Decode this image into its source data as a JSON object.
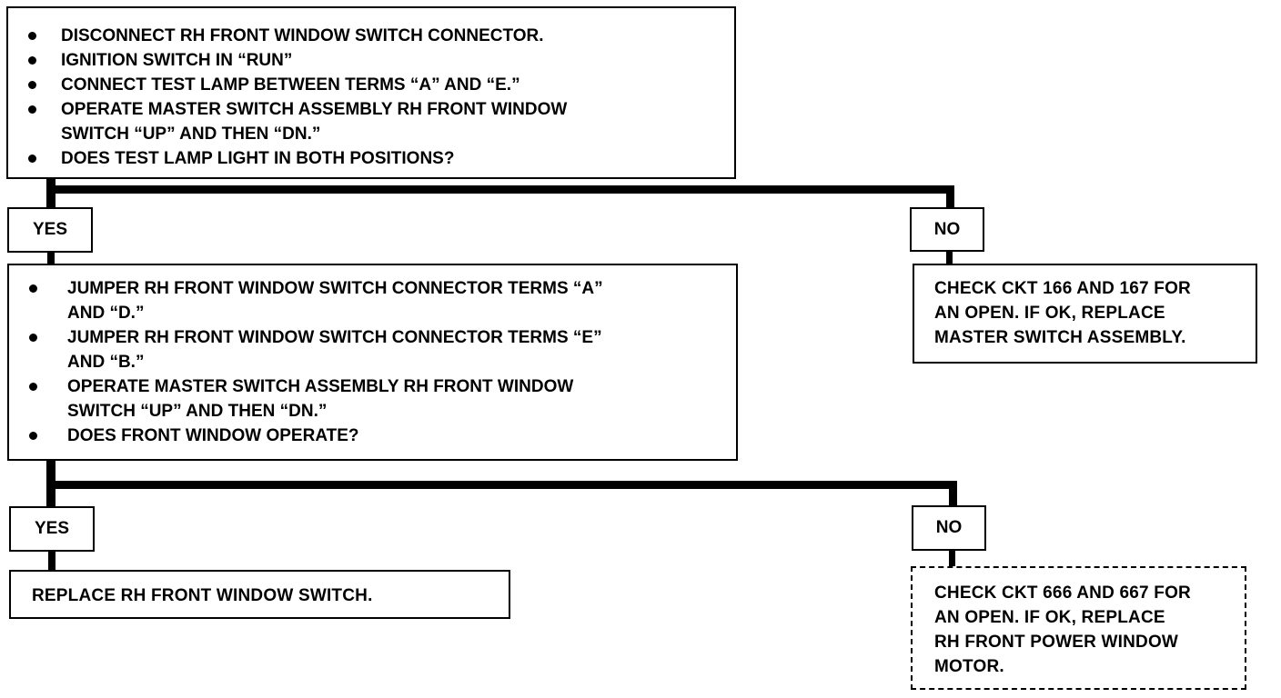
{
  "step1": {
    "items": [
      "DISCONNECT RH FRONT WINDOW SWITCH CONNECTOR.",
      "IGNITION SWITCH IN “RUN”",
      "CONNECT TEST LAMP BETWEEN TERMS “A” AND “E.”",
      "OPERATE MASTER SWITCH ASSEMBLY RH FRONT WINDOW\nSWITCH “UP” AND THEN “DN.”",
      "DOES TEST LAMP LIGHT IN BOTH POSITIONS?"
    ]
  },
  "branch1": {
    "yes_label": "YES",
    "no_label": "NO",
    "no_result": "CHECK CKT 166 AND 167 FOR\nAN OPEN.  IF OK, REPLACE\nMASTER SWITCH ASSEMBLY."
  },
  "step2": {
    "items": [
      "JUMPER RH FRONT WINDOW SWITCH CONNECTOR TERMS “A”\nAND “D.”",
      "JUMPER RH FRONT WINDOW SWITCH CONNECTOR TERMS “E”\nAND “B.”",
      "OPERATE MASTER SWITCH ASSEMBLY RH FRONT WINDOW\nSWITCH “UP” AND THEN “DN.”",
      "DOES FRONT WINDOW OPERATE?"
    ]
  },
  "branch2": {
    "yes_label": "YES",
    "no_label": "NO",
    "yes_result": "REPLACE RH FRONT WINDOW SWITCH.",
    "no_result": "CHECK CKT 666 AND 667 FOR\nAN OPEN.  IF OK, REPLACE\nRH FRONT POWER WINDOW\nMOTOR."
  }
}
